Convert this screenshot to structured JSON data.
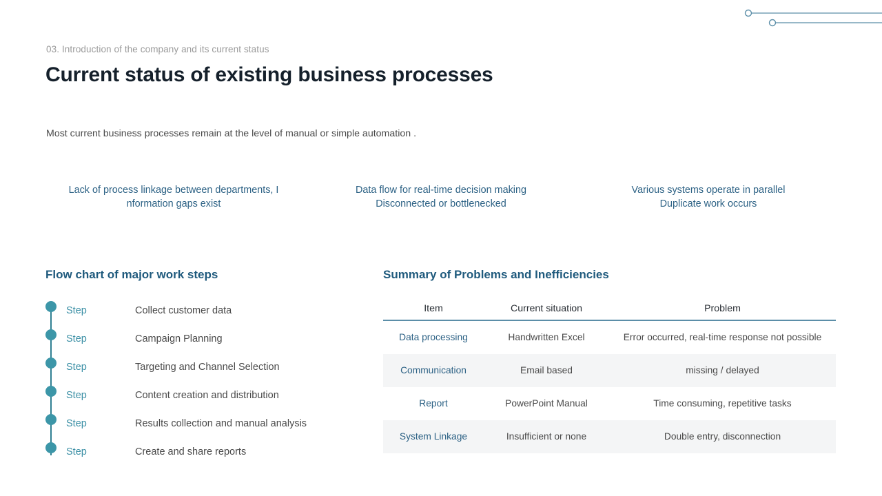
{
  "header": {
    "eyebrow": "03. Introduction of the company and its current status",
    "title": "Current status of existing business processes",
    "lede": "Most current business processes remain at the level of manual or simple automation ."
  },
  "colors": {
    "accent_teal": "#3c96a8",
    "heading_blue": "#1f5a7d",
    "card_text_blue": "#2d6285",
    "rule_blue": "#5b8ea8",
    "row_alt": "#f4f5f6",
    "title_dark": "#15202b",
    "muted_gray": "#9a9a9a"
  },
  "cards": [
    {
      "line1": "Lack of process linkage between departments, I",
      "line2": "nformation gaps exist"
    },
    {
      "line1": "Data flow for real-time decision making",
      "line2": "Disconnected or bottlenecked"
    },
    {
      "line1": "Various systems operate in parallel",
      "line2": "Duplicate work occurs"
    }
  ],
  "flow": {
    "heading": "Flow chart of major work steps",
    "step_word": "Step",
    "items": [
      {
        "step": "Step",
        "label": "Collect customer data"
      },
      {
        "step": "Step",
        "label": "Campaign Planning"
      },
      {
        "step": "Step",
        "label": "Targeting and Channel Selection"
      },
      {
        "step": "Step",
        "label": "Content creation and distribution"
      },
      {
        "step": "Step",
        "label": "Results collection and manual analysis"
      },
      {
        "step": "Step",
        "label": "Create and share reports"
      }
    ]
  },
  "table": {
    "heading": "Summary of Problems and Inefficiencies",
    "columns": [
      "Item",
      "Current situation",
      "Problem"
    ],
    "rows": [
      {
        "item": "Data processing",
        "current": "Handwritten Excel",
        "problem": "Error occurred, real-time response not possible"
      },
      {
        "item": "Communication",
        "current": "Email based",
        "problem": "missing / delayed"
      },
      {
        "item": "Report",
        "current": "PowerPoint Manual",
        "problem": "Time consuming, repetitive tasks"
      },
      {
        "item": "System Linkage",
        "current": "Insufficient or none",
        "problem": "Double entry, disconnection"
      }
    ]
  },
  "decoration": {
    "name": "corner-line-accent",
    "color": "#5b8ea8"
  }
}
